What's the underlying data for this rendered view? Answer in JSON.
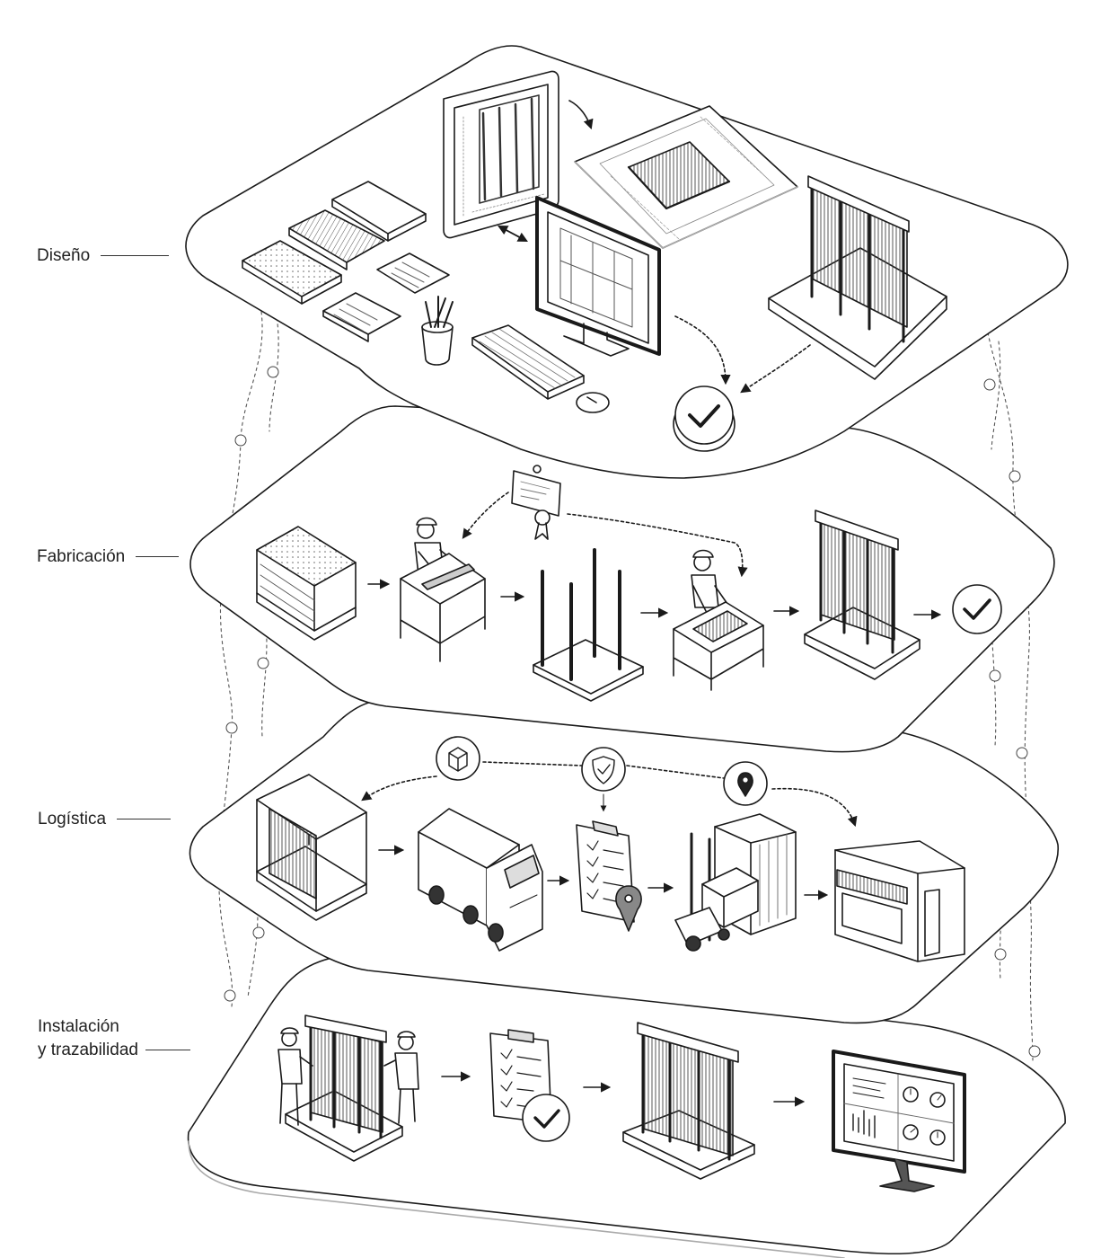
{
  "stages": [
    {
      "id": "diseno",
      "label": "Diseño"
    },
    {
      "id": "fabricacion",
      "label": "Fabricación"
    },
    {
      "id": "logistica",
      "label": "Logística"
    },
    {
      "id": "instalacion",
      "label_line1": "Instalación",
      "label_line2": "y trazabilidad"
    }
  ],
  "icons": {
    "diseno": [
      "material-samples-icon",
      "monitor-cad-icon",
      "tablet-drawing-icon",
      "blueprint-icon",
      "pencil-cup-icon",
      "keyboard-icon",
      "mouse-icon",
      "frame-model-icon",
      "checkmark-icon"
    ],
    "fabricacion": [
      "material-pallet-icon",
      "worker-cutting-icon",
      "certificate-icon",
      "posts-assembly-icon",
      "worker-assembly-icon",
      "finished-frame-icon",
      "checkmark-icon"
    ],
    "logistica": [
      "crated-frame-icon",
      "package-icon",
      "truck-icon",
      "shield-check-icon",
      "checklist-location-icon",
      "location-pin-icon",
      "forklift-container-icon",
      "storefront-icon"
    ],
    "instalacion": [
      "workers-installing-icon",
      "checklist-approved-icon",
      "installed-frame-icon",
      "dashboard-monitor-icon"
    ]
  },
  "colors": {
    "line": "#1a1a1a",
    "platform": "#ffffff",
    "shade": "#d9d9d9",
    "dark": "#333333"
  }
}
